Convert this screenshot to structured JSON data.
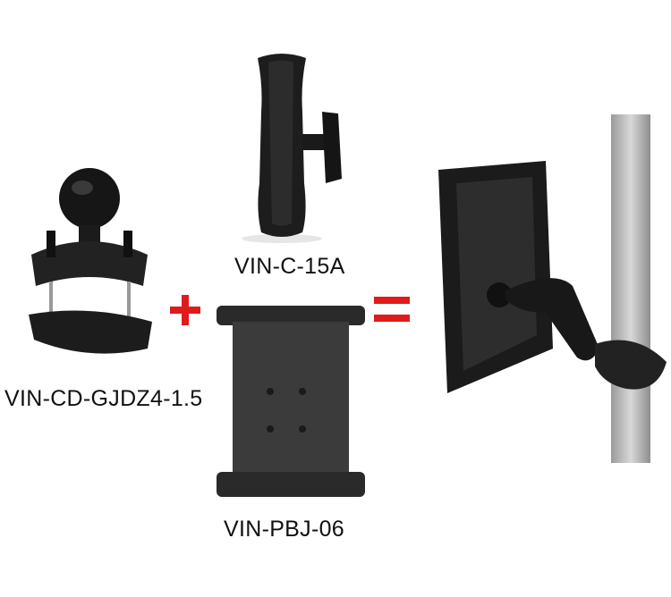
{
  "products": {
    "arm": {
      "label": "VIN-C-15A"
    },
    "clamp": {
      "label": "VIN-CD-GJDZ4-1.5"
    },
    "cradle": {
      "label": "VIN-PBJ-06"
    }
  },
  "operators": {
    "plus_color": "#e01b1b",
    "equals_color": "#e01b1b"
  }
}
